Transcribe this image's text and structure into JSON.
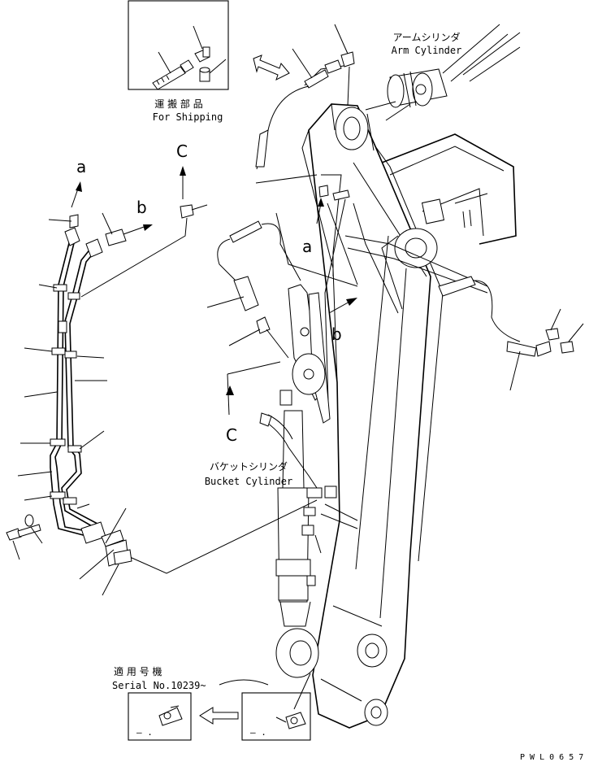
{
  "labels": {
    "shipping_jp": "運 搬 部 品",
    "shipping_en": "For Shipping",
    "arm_cylinder_jp": "アームシリンダ",
    "arm_cylinder_en": "Arm Cylinder",
    "bucket_cylinder_jp": "バケットシリンダ",
    "bucket_cylinder_en": "Bucket Cylinder",
    "applicable_jp": "適 用 号 機",
    "serial": "Serial No.10239~",
    "drawing_number": "P W L 0 6 5 7"
  },
  "callouts": {
    "a_left": "a",
    "b_left": "b",
    "c_left": "C",
    "a_boom": "a",
    "b_boom": "b",
    "c_boom": "C"
  },
  "detail_boxes": {
    "left_marks": "— .",
    "right_marks": "— ."
  }
}
